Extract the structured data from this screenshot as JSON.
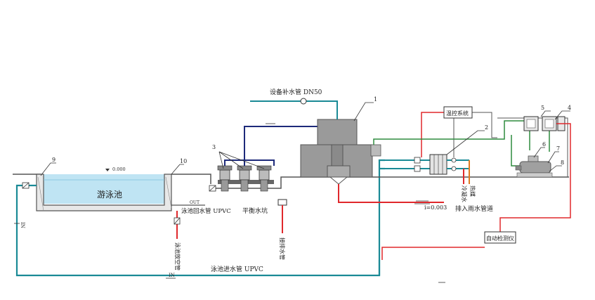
{
  "colors": {
    "teal": "#1a8a96",
    "red": "#e0282c",
    "navy": "#1d2a7a",
    "green": "#2e8b3e",
    "gray": "#777777",
    "water": "#bfe4f3",
    "tank": "#9a9a9a"
  },
  "labels": {
    "pool": "游泳池",
    "pool_level": "0.000",
    "makeup_pipe": "设备补水管 DN50",
    "temp_system": "温控系统",
    "return_pipe": "泳池回水管 UPVC",
    "balance_tank": "平衡水坑",
    "inlet_pipe": "泳池进水管 UPVC",
    "safety_pipe": "泳池放空管",
    "drain_pipe": "接排水管",
    "cold_water": "冷凝水",
    "hot_water": "热媒",
    "rain_pipe": "排入雨水管道",
    "slope": "i=0.003",
    "auto_monitor": "自动检测仪",
    "in_left": "IN",
    "in_bottom": "IN",
    "out_label": "OUT"
  },
  "callouts": [
    "1",
    "2",
    "3",
    "4",
    "5",
    "6",
    "7",
    "8",
    "9",
    "10"
  ]
}
